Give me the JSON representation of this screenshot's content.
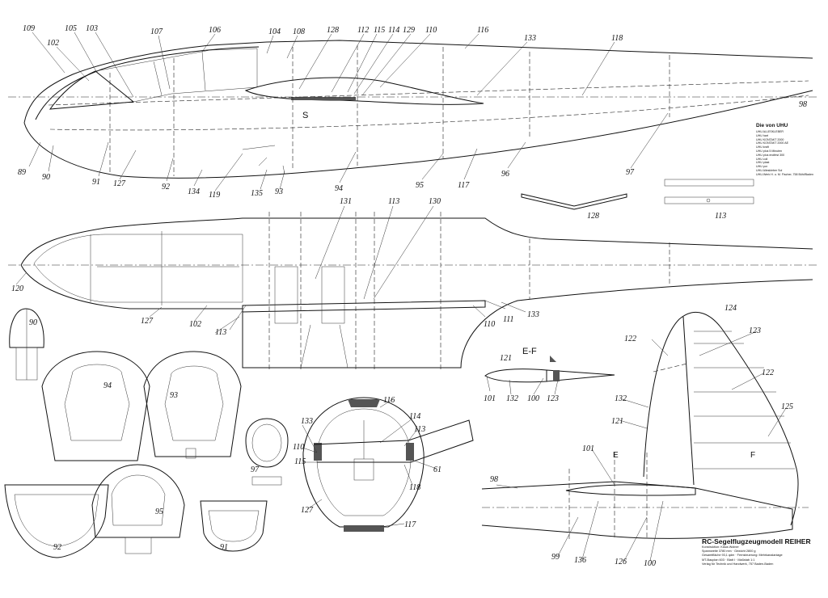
{
  "title_block": {
    "title": "RC-Segelflugzeugmodell REIHER",
    "constructor": "Konstruktion: Klaus Wolner",
    "lines": [
      "Spannweite 3780 mm · Gewicht 2800 g",
      "Gesamtfläche 93,1 qdm · Fernsteuerung: Mehrkanalanlage",
      "MT-Bauplan 603 · Blatt I · Maßstab 1:1",
      "Verlag für Technik und Handwerk, 757 Baden-Baden"
    ]
  },
  "info_box": {
    "heading": "Die von UHU",
    "items": [
      "UHU ALLESKLEBER",
      "UHU hart",
      "UHU KONTAKT 2000",
      "UHU KONTAKT 2000 AE",
      "UHU kraft",
      "UHU plus 5 Minuten",
      "UHU plus endfest 300",
      "UHU coll",
      "UHU plast",
      "UHU por",
      "UHU Alleskleber Sol",
      "UHU-Werk H. u. M. Fischer, 758 Bühl/Baden"
    ]
  },
  "section_label": "E-F",
  "marks": {
    "E": "E",
    "F": "F",
    "S": "S"
  },
  "part_labels": {
    "p109": "109",
    "p102": "102",
    "p105": "105",
    "p103": "103",
    "p107": "107",
    "p106": "106",
    "p104": "104",
    "p108": "108",
    "p128": "128",
    "p112": "112",
    "p115": "115",
    "p114": "114",
    "p129": "129",
    "p110": "110",
    "p116": "116",
    "p133": "133",
    "p118": "118",
    "p98": "98",
    "p89": "89",
    "p90": "90",
    "p91": "91",
    "p127": "127",
    "p92": "92",
    "p134": "134",
    "p119": "119",
    "p135": "135",
    "p93": "93",
    "p94": "94",
    "p95": "95",
    "p117": "117",
    "p96": "96",
    "p97": "97",
    "p128b": "128",
    "p113": "113",
    "p131": "131",
    "p113b": "113",
    "p130": "130",
    "p120": "120",
    "p127b": "127",
    "p102b": "102",
    "p113c": "113",
    "p110b": "110",
    "p111": "111",
    "p133b": "133",
    "p90b": "90",
    "p94b": "94",
    "p93b": "93",
    "p92b": "92",
    "p95b": "95",
    "p91b": "91",
    "p97b": "97",
    "p116b": "116",
    "p114b": "114",
    "p113d": "113",
    "p133c": "133",
    "p110c": "110",
    "p115b": "115",
    "p61": "61",
    "p118b": "118",
    "p127c": "127",
    "p117b": "117",
    "p121": "121",
    "p101": "101",
    "p132": "132",
    "p100": "100",
    "p123": "123",
    "p124": "124",
    "p123b": "123",
    "p122": "122",
    "p122b": "122",
    "p132b": "132",
    "p121b": "121",
    "p125": "125",
    "p101b": "101",
    "p98b": "98",
    "p99": "99",
    "p136": "136",
    "p126": "126",
    "p100b": "100"
  }
}
